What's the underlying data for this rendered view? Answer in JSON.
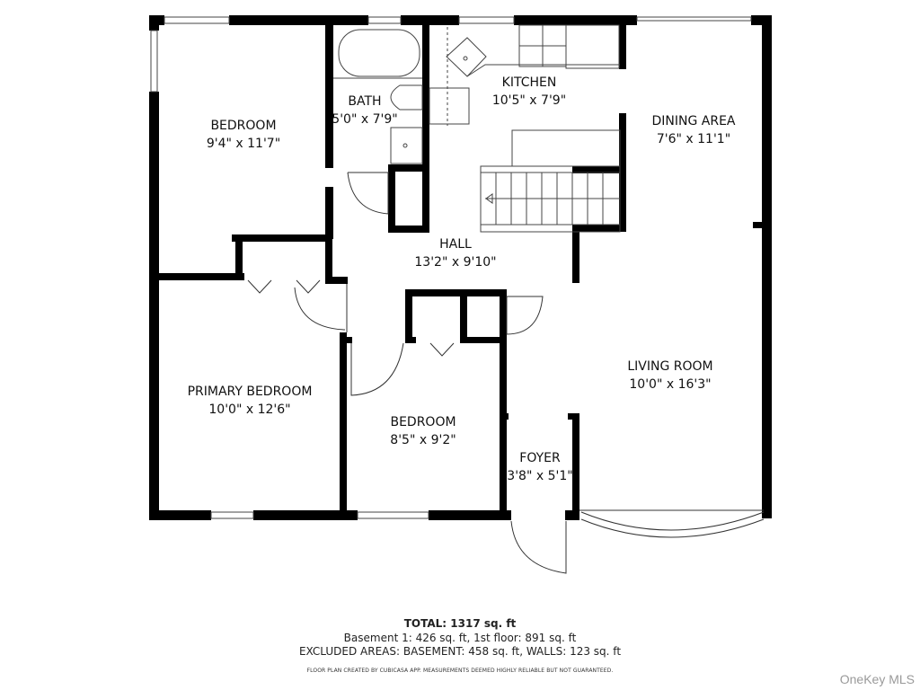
{
  "floorplan": {
    "rooms": [
      {
        "id": "bedroom-1",
        "name": "BEDROOM",
        "dimensions": "9'4\" x 11'7\""
      },
      {
        "id": "bath",
        "name": "BATH",
        "dimensions": "5'0\" x 7'9\""
      },
      {
        "id": "kitchen",
        "name": "KITCHEN",
        "dimensions": "10'5\" x 7'9\""
      },
      {
        "id": "dining-area",
        "name": "DINING AREA",
        "dimensions": "7'6\" x 11'1\""
      },
      {
        "id": "hall",
        "name": "HALL",
        "dimensions": "13'2\" x 9'10\""
      },
      {
        "id": "primary-bedroom",
        "name": "PRIMARY BEDROOM",
        "dimensions": "10'0\" x 12'6\""
      },
      {
        "id": "bedroom-2",
        "name": "BEDROOM",
        "dimensions": "8'5\" x 9'2\""
      },
      {
        "id": "living-room",
        "name": "LIVING ROOM",
        "dimensions": "10'0\" x 16'3\""
      },
      {
        "id": "foyer",
        "name": "FOYER",
        "dimensions": "3'8\" x 5'1\""
      }
    ],
    "colors": {
      "wall": "#000000",
      "line": "#333333",
      "background": "#ffffff",
      "watermark": "#9a9a9a"
    }
  },
  "summary": {
    "total": "TOTAL: 1317 sq. ft",
    "floors": "Basement 1: 426 sq. ft, 1st floor: 891 sq. ft",
    "excluded": "EXCLUDED AREAS: BASEMENT: 458 sq. ft, WALLS: 123 sq. ft",
    "disclaimer": "FLOOR PLAN CREATED BY CUBICASA APP. MEASUREMENTS DEEMED HIGHLY RELIABLE BUT NOT GUARANTEED."
  },
  "watermark": "OneKey MLS"
}
